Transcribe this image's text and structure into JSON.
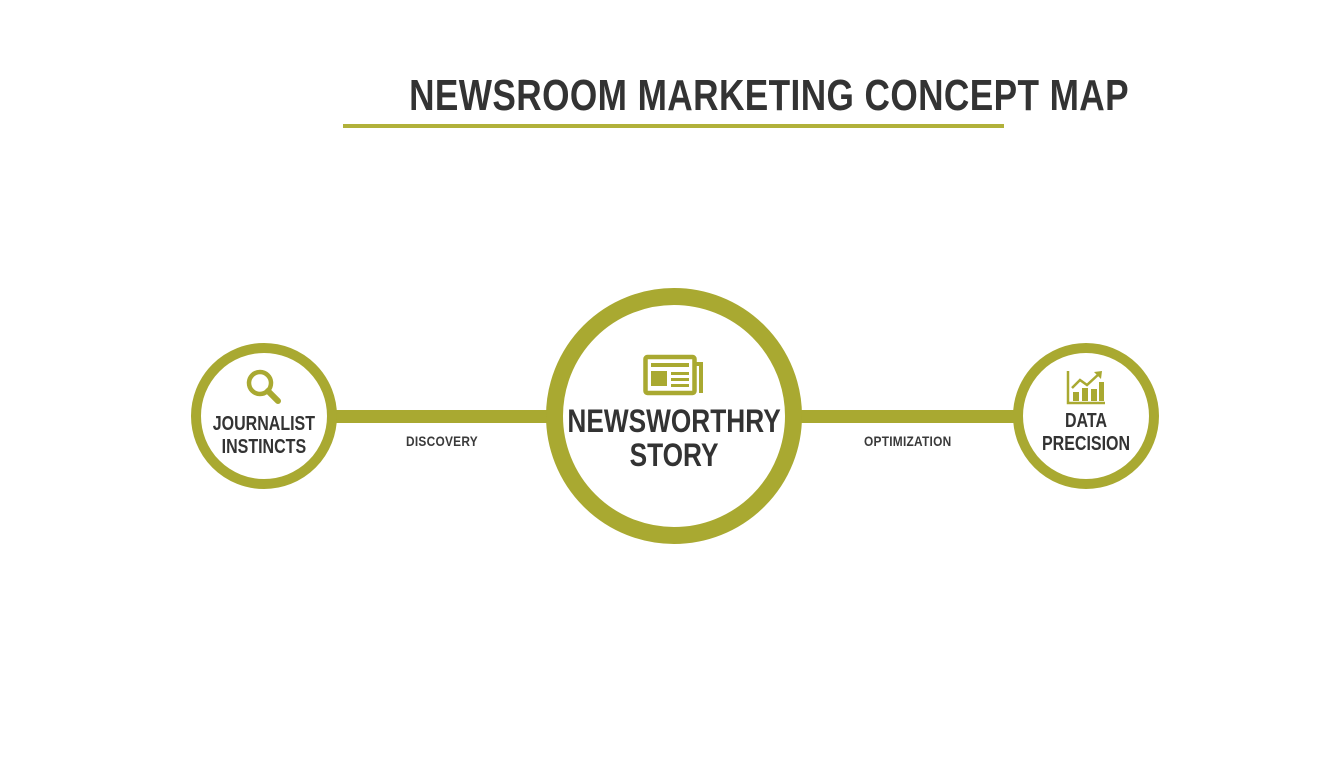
{
  "title": "NEWSROOM MARKETING CONCEPT MAP",
  "colors": {
    "accent": "#a9a931",
    "text": "#333333",
    "background": "#ffffff"
  },
  "nodes": {
    "left": {
      "icon": "magnifying-glass-icon",
      "line1": "JOURNALIST",
      "line2": "INSTINCTS"
    },
    "center": {
      "icon": "newspaper-icon",
      "line1": "NEWSWORTHRY",
      "line2": "STORY"
    },
    "right": {
      "icon": "bar-chart-trend-icon",
      "line1": "DATA",
      "line2": "PRECISION"
    }
  },
  "edges": {
    "left": {
      "label": "DISCOVERY"
    },
    "right": {
      "label": "OPTIMIZATION"
    }
  }
}
